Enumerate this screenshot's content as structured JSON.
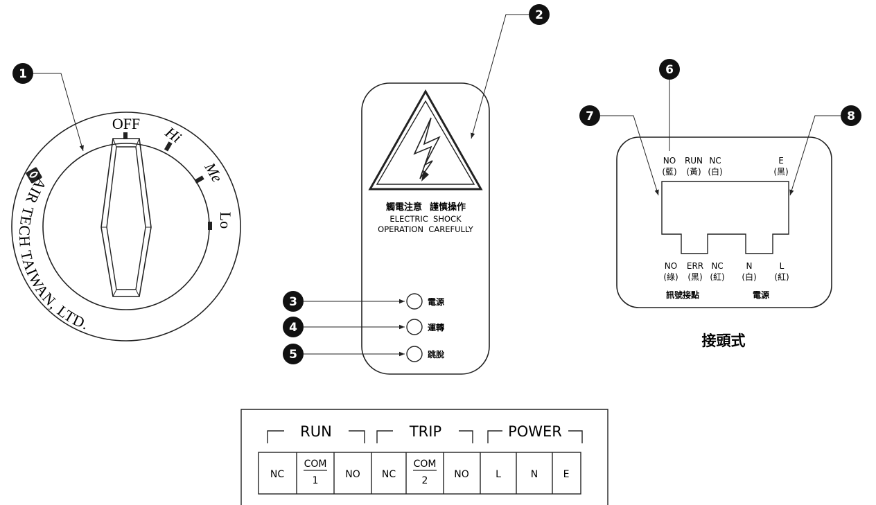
{
  "callouts": [
    "1",
    "2",
    "3",
    "4",
    "5",
    "6",
    "7",
    "8"
  ],
  "dial": {
    "positions": [
      "OFF",
      "Hi",
      "Me",
      "Lo"
    ],
    "brand": "AIR TECH TAIWAN, LTD."
  },
  "warning_panel": {
    "title_cn_left": "觸電注意",
    "title_cn_right": "謹慎操作",
    "title_en_1": "ELECTRIC  SHOCK",
    "title_en_2": "OPERATION  CAREFULLY",
    "indicators": [
      "電源",
      "運轉",
      "跳脫"
    ]
  },
  "connector": {
    "caption": "接頭式",
    "top_pins": [
      {
        "label": "NO",
        "color": "(藍)"
      },
      {
        "label": "RUN",
        "color": "(黃)"
      },
      {
        "label": "NC",
        "color": "(白)"
      },
      {
        "label": "E",
        "color": "(黑)"
      }
    ],
    "bottom_pins": [
      {
        "label": "NO",
        "color": "(綠)"
      },
      {
        "label": "ERR",
        "color": "(黑)"
      },
      {
        "label": "NC",
        "color": "(紅)"
      },
      {
        "label": "N",
        "color": "(白)"
      },
      {
        "label": "L",
        "color": "(紅)"
      }
    ],
    "group_signal": "訊號接點",
    "group_power": "電源"
  },
  "terminal_block": {
    "groups": [
      "RUN",
      "TRIP",
      "POWER"
    ],
    "terminals": [
      {
        "top": "NC"
      },
      {
        "top": "COM",
        "bottom": "1"
      },
      {
        "top": "NO"
      },
      {
        "top": "NC"
      },
      {
        "top": "COM",
        "bottom": "2"
      },
      {
        "top": "NO"
      },
      {
        "top": "L"
      },
      {
        "top": "N"
      },
      {
        "top": "E"
      }
    ]
  }
}
